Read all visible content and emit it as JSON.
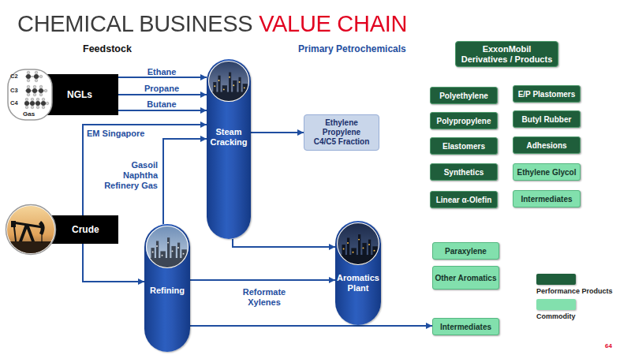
{
  "diagram": {
    "title": "CHEMICAL BUSINESS VALUE CHAIN",
    "nodes": [
      {
        "text": [
          "NGLs"
        ]
      },
      {
        "text": [
          "Crude"
        ]
      },
      {
        "text": [
          "Steam Cracking"
        ]
      },
      {
        "text": [
          "Refining"
        ]
      },
      {
        "text": [
          "Aromatics Plant"
        ]
      },
      {
        "text": [
          "Ethylene Propylene C4/C5 Fraction"
        ]
      },
      {
        "text": [
          "ExxonMobil Derivatives / Products"
        ]
      },
      {
        "text": [
          "Polyethylene"
        ]
      },
      {
        "text": [
          "E/P Plastomers"
        ]
      },
      {
        "text": [
          "Polypropylene"
        ]
      },
      {
        "text": [
          "Butyl Rubber"
        ]
      },
      {
        "text": [
          "Elastomers"
        ]
      },
      {
        "text": [
          "Adhesions"
        ]
      },
      {
        "text": [
          "Synthetics"
        ]
      },
      {
        "text": [
          "Ethylene Glycol"
        ]
      },
      {
        "text": [
          "Linear α-Olefin"
        ]
      },
      {
        "text": [
          "Intermediates"
        ]
      },
      {
        "text": [
          "Paraxylene"
        ]
      },
      {
        "text": [
          "Other Aromatics"
        ]
      },
      {
        "text": [
          "Intermediates"
        ]
      }
    ],
    "edges": [
      {
        "from": 0,
        "to": 2,
        "label": "Ethane",
        "arrow": "to"
      },
      {
        "from": 0,
        "to": 2,
        "label": "Propane",
        "arrow": "to"
      },
      {
        "from": 0,
        "to": 2,
        "label": "Butane",
        "arrow": "to"
      },
      {
        "from": 1,
        "to": 2,
        "label": "EM Singapore",
        "arrow": "to"
      },
      {
        "from": 1,
        "to": 3,
        "arrow": "to"
      },
      {
        "from": 3,
        "to": 2,
        "label": "Gasoil Naphtha Refinery Gas",
        "arrow": "to"
      },
      {
        "from": 2,
        "to": 5,
        "arrow": "to"
      },
      {
        "from": 2,
        "to": 4,
        "arrow": "to"
      },
      {
        "from": 3,
        "to": 4,
        "label": "Reformate Xylenes",
        "arrow": "to"
      },
      {
        "from": 3,
        "to": 19,
        "arrow": "to"
      }
    ],
    "labels": [
      "Feedstock",
      "Primary Petrochemicals",
      "C2",
      "C3",
      "C4",
      "Gas",
      "64"
    ],
    "legend": [
      {
        "text": "Performance Products",
        "color": "#1f5e3b"
      },
      {
        "text": "Commodity",
        "color": "#82e0ad"
      }
    ]
  }
}
